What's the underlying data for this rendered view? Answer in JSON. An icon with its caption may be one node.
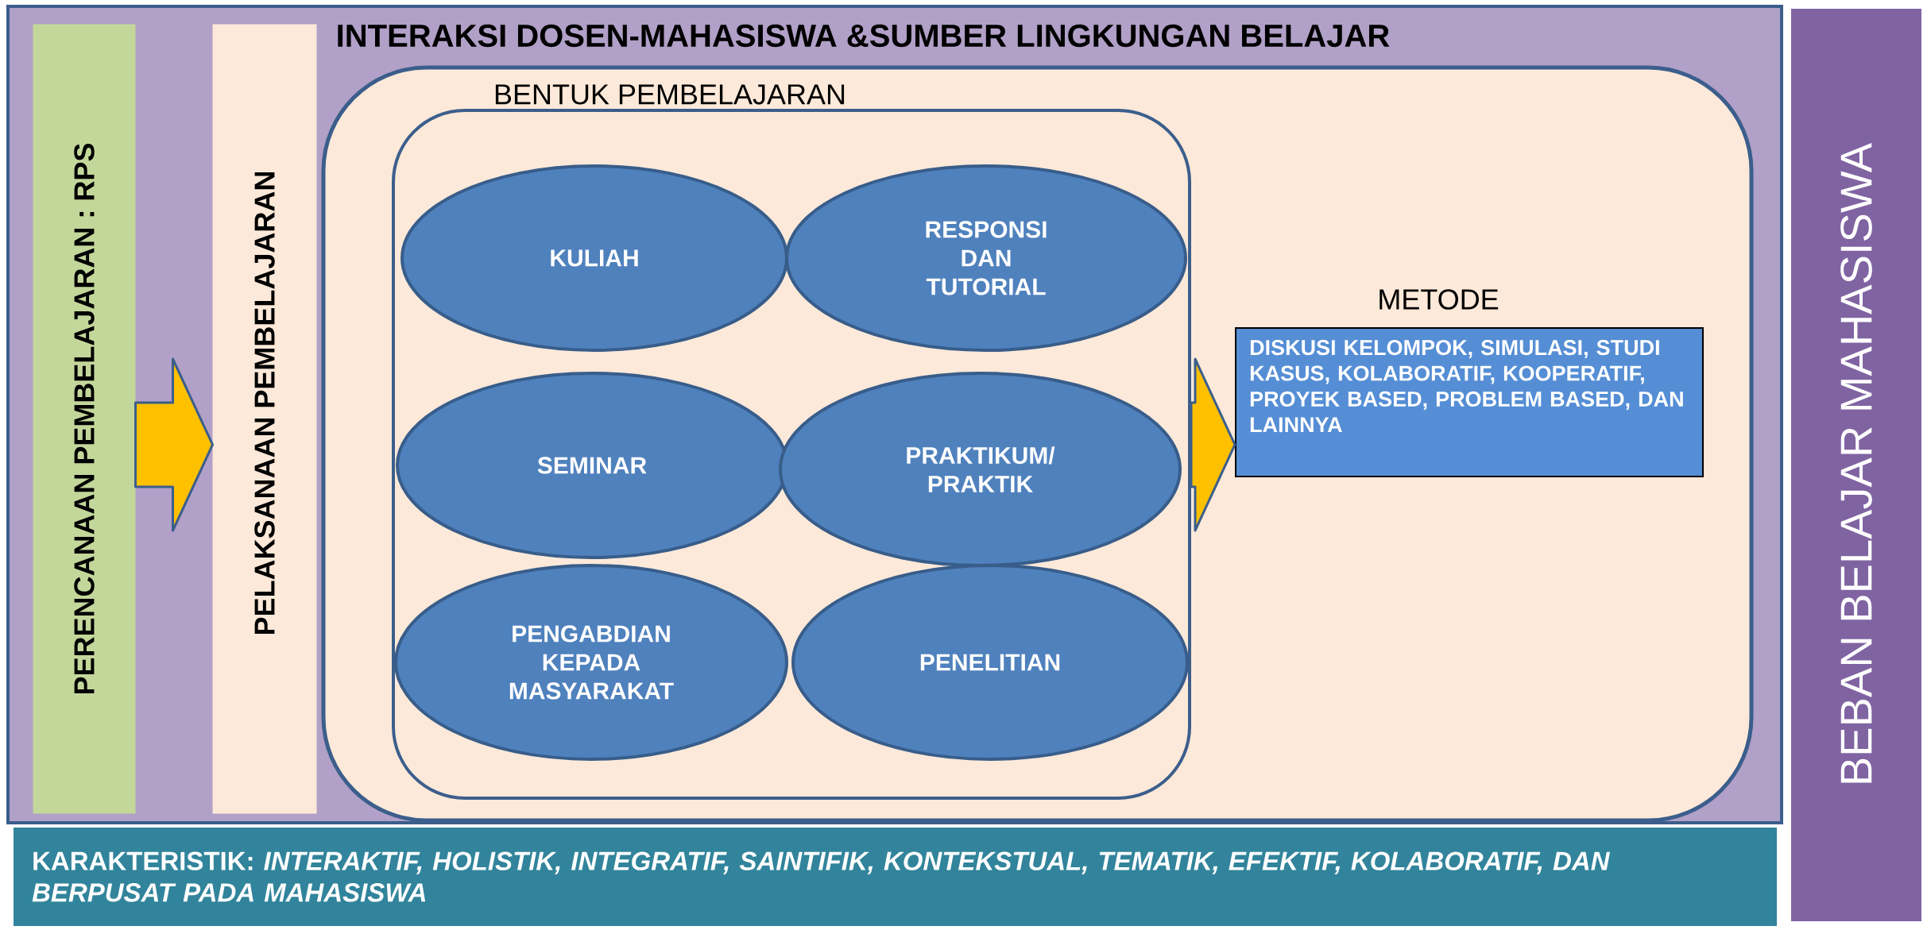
{
  "diagram": {
    "nodes": [
      {
        "text": [
          "INTERAKSI DOSEN-MAHASISWA &SUMBER LINGKUNGAN BELAJAR"
        ]
      },
      {
        "text": [
          "PERENCANAAN PEMBELAJARAN : RPS"
        ],
        "in": 0
      },
      {
        "text": [
          "PELAKSANAAN PEMBELAJARAN"
        ],
        "in": 0
      },
      {
        "text": [
          "BENTUK PEMBELAJARAN"
        ],
        "in": 0
      },
      {
        "text": [],
        "shape": "box",
        "in": 3
      },
      {
        "text": [
          "KULIAH"
        ],
        "in": 4
      },
      {
        "text": [
          "RESPONSI DAN TUTORIAL"
        ],
        "in": 4
      },
      {
        "text": [
          "SEMINAR"
        ],
        "in": 4
      },
      {
        "text": [
          "PRAKTIKUM/ PRAKTIK"
        ],
        "in": 4
      },
      {
        "text": [
          "PENGABDIAN KEPADA MASYARAKAT"
        ],
        "in": 4
      },
      {
        "text": [
          "PENELITIAN"
        ],
        "in": 4
      },
      {
        "text": [
          "METODE",
          "DISKUSI KELOMPOK, SIMULASI, STUDI KASUS, KOLABORATIF, KOOPERATIF, PROYEK BASED, PROBLEM BASED, DAN LAINNYA"
        ],
        "in": 3
      },
      {
        "text": [
          "BEBAN BELAJAR MAHASISWA"
        ]
      },
      {
        "text": [
          "KARAKTERISTIK: *INTERAKTIF, HOLISTIK, INTEGRATIF, SAINTIFIK, KONTEKSTUAL, TEMATIK, EFEKTIF, KOLABORATIF, DAN BERPUSAT PADA MAHASISWA*"
        ]
      }
    ],
    "edges": [
      {
        "from": 1,
        "to": 2,
        "arrow": "to"
      },
      {
        "from": 4,
        "to": 11,
        "arrow": "to"
      }
    ]
  }
}
